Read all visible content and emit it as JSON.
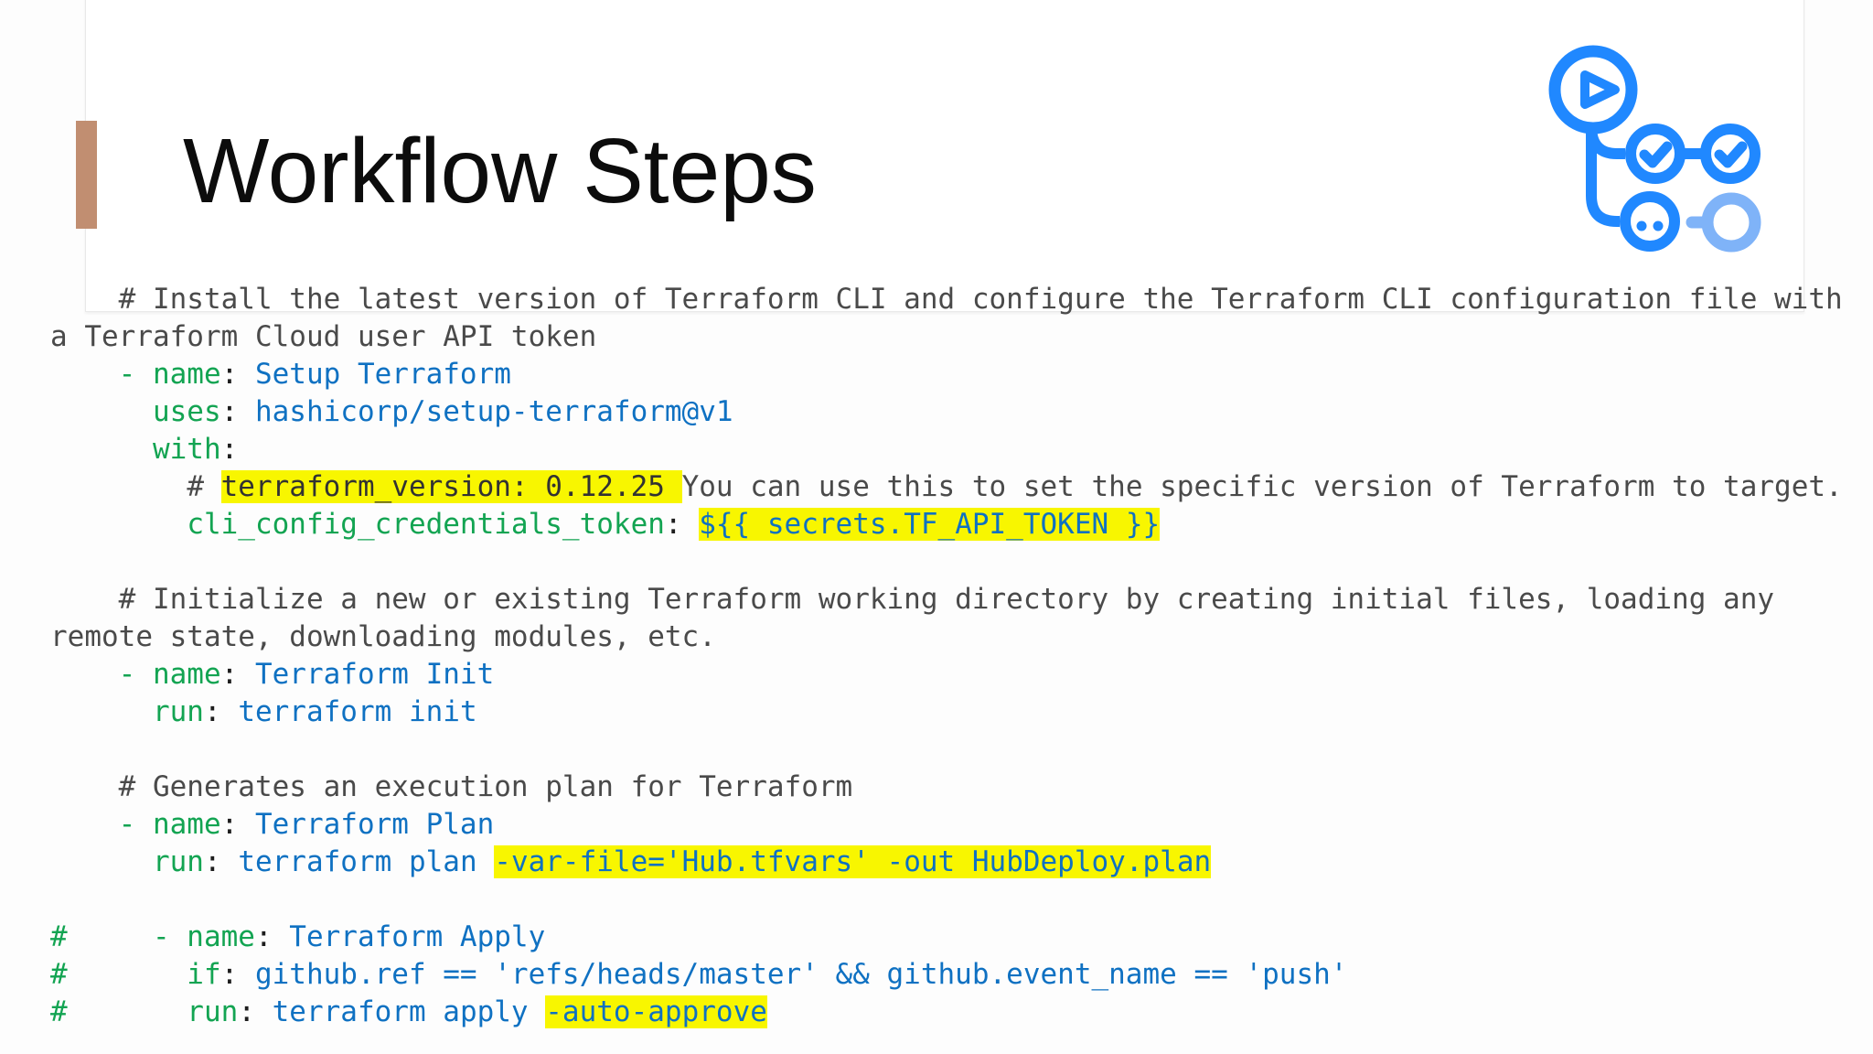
{
  "slide": {
    "title": "Workflow Steps",
    "accent_bar_color": "#c18e71",
    "logo": {
      "name": "github-actions-logo",
      "primary_color": "#2088ff",
      "light_color": "#7fb3f8"
    }
  },
  "code": {
    "colors": {
      "comment": "#4a4a4a",
      "key": "#13a452",
      "value": "#0f71c2",
      "punctuation": "#1d1d1d",
      "highlight": "#f8f600"
    },
    "lines": [
      {
        "segments": [
          {
            "t": "    # Install the latest version of Terraform CLI and configure the Terraform CLI configuration file with a Terraform Cloud user API token",
            "c": "com"
          }
        ]
      },
      {
        "segments": [
          {
            "t": "    - name",
            "c": "key"
          },
          {
            "t": ": ",
            "c": "pun"
          },
          {
            "t": "Setup Terraform",
            "c": "val"
          }
        ]
      },
      {
        "segments": [
          {
            "t": "      uses",
            "c": "key"
          },
          {
            "t": ": ",
            "c": "pun"
          },
          {
            "t": "hashicorp/setup-terraform@v1",
            "c": "val"
          }
        ]
      },
      {
        "segments": [
          {
            "t": "      with",
            "c": "key"
          },
          {
            "t": ":",
            "c": "pun"
          }
        ]
      },
      {
        "segments": [
          {
            "t": "        # ",
            "c": "com"
          },
          {
            "t": "terraform_version: 0.12.25 ",
            "c": "comhl",
            "hl": true
          },
          {
            "t": "You can use this to set the specific version of Terraform to target.",
            "c": "com"
          }
        ]
      },
      {
        "segments": [
          {
            "t": "        cli_config_credentials_token",
            "c": "key"
          },
          {
            "t": ": ",
            "c": "pun"
          },
          {
            "t": "${{ secrets.TF_API_TOKEN }}",
            "c": "val",
            "hl": true
          }
        ]
      },
      {
        "segments": []
      },
      {
        "segments": [
          {
            "t": "    # Initialize a new or existing Terraform working directory by creating initial files, loading any remote state, downloading modules, etc.",
            "c": "com"
          }
        ]
      },
      {
        "segments": [
          {
            "t": "    - name",
            "c": "key"
          },
          {
            "t": ": ",
            "c": "pun"
          },
          {
            "t": "Terraform Init",
            "c": "val"
          }
        ]
      },
      {
        "segments": [
          {
            "t": "      run",
            "c": "key"
          },
          {
            "t": ": ",
            "c": "pun"
          },
          {
            "t": "terraform init",
            "c": "val"
          }
        ]
      },
      {
        "segments": []
      },
      {
        "segments": [
          {
            "t": "    # Generates an execution plan for Terraform",
            "c": "com"
          }
        ]
      },
      {
        "segments": [
          {
            "t": "    - name",
            "c": "key"
          },
          {
            "t": ": ",
            "c": "pun"
          },
          {
            "t": "Terraform Plan",
            "c": "val"
          }
        ]
      },
      {
        "segments": [
          {
            "t": "      run",
            "c": "key"
          },
          {
            "t": ": ",
            "c": "pun"
          },
          {
            "t": "terraform plan ",
            "c": "val"
          },
          {
            "t": "-var-file='Hub.tfvars' -out HubDeploy.plan",
            "c": "val",
            "hl": true
          }
        ]
      },
      {
        "segments": []
      },
      {
        "segments": [
          {
            "t": "#     - name",
            "c": "key"
          },
          {
            "t": ": ",
            "c": "pun"
          },
          {
            "t": "Terraform Apply",
            "c": "val"
          }
        ]
      },
      {
        "segments": [
          {
            "t": "#       if",
            "c": "key"
          },
          {
            "t": ": ",
            "c": "pun"
          },
          {
            "t": "github.ref == 'refs/heads/master' && github.event_name == 'push'",
            "c": "val"
          }
        ]
      },
      {
        "segments": [
          {
            "t": "#       run",
            "c": "key"
          },
          {
            "t": ": ",
            "c": "pun"
          },
          {
            "t": "terraform apply ",
            "c": "val"
          },
          {
            "t": "-auto-approve",
            "c": "val",
            "hl": true
          }
        ]
      }
    ]
  }
}
